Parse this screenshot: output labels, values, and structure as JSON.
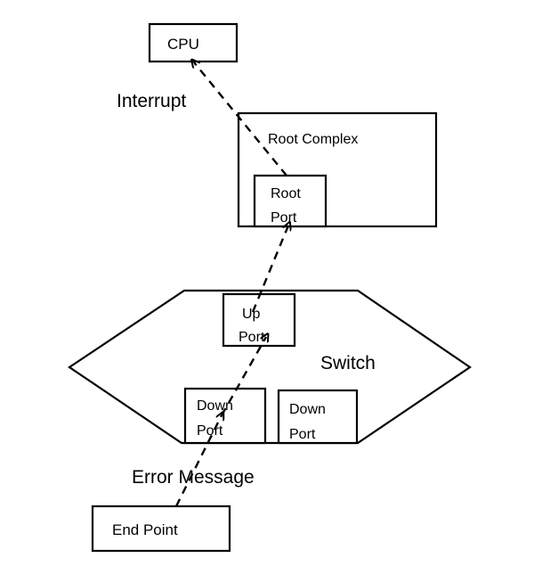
{
  "nodes": {
    "cpu": "CPU",
    "root_complex": "Root Complex",
    "root_port": [
      "Root",
      "Port"
    ],
    "switch": "Switch",
    "up_port": [
      "Up",
      "Port"
    ],
    "down_port_left": [
      "Down",
      "Port"
    ],
    "down_port_right": [
      "Down",
      "Port"
    ],
    "end_point": "End Point"
  },
  "edge_labels": {
    "interrupt": "Interrupt",
    "error_message": "Error Message"
  },
  "style": {
    "stroke": "#000000",
    "background": "#ffffff"
  }
}
